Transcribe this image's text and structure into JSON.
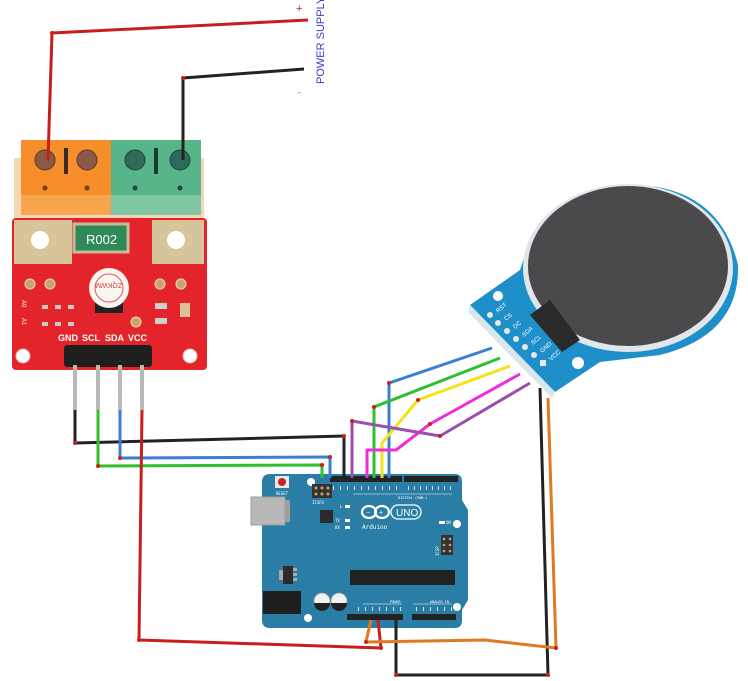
{
  "power_supply": {
    "label": "POWER SUPPLY",
    "plus": "+",
    "minus": "-",
    "label_color": "#3a3ad0"
  },
  "current_sensor": {
    "shunt_label": "R002",
    "chip_label": "ZQKWM",
    "pins": [
      "GND",
      "SCL",
      "SDA",
      "VCC"
    ],
    "side_labels": [
      "A0",
      "A1"
    ],
    "board_color": "#e3242b"
  },
  "round_display": {
    "pins": [
      "RST",
      "CS",
      "DC",
      "SDA",
      "SCL",
      "GND",
      "VCC"
    ],
    "board_color": "#1f8fc9",
    "screen_color": "#4a4a4c"
  },
  "arduino": {
    "reset_label": "RESET",
    "icsp2_label": "ICSP2",
    "icsp_label": "ICSP",
    "logo_text": "UNO",
    "brand_text": "Arduino",
    "led_labels": [
      "L",
      "TX",
      "RX",
      "ON"
    ],
    "digital_label": "DIGITAL (PWM~)",
    "power_label": "POWER",
    "analog_label": "ANALOG IN",
    "board_color": "#2a7ea6"
  },
  "wire_colors": {
    "red": "#c81e1e",
    "black": "#222222",
    "green": "#2fbf2f",
    "blue": "#3a7fd5",
    "yellow": "#f2e41a",
    "magenta": "#ee2fd6",
    "purple": "#9a4fb0",
    "orange": "#e07a20"
  }
}
